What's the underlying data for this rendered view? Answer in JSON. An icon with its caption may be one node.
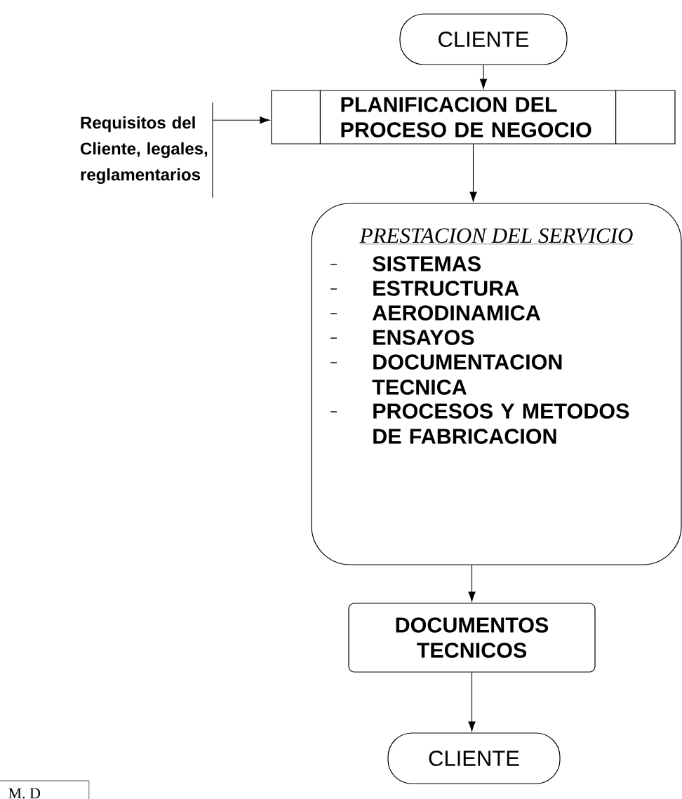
{
  "diagram": {
    "nodes": [
      {
        "text": [
          "CLIENTE"
        ]
      },
      {
        "text": [
          "PLANIFICACION DEL PROCESO DE NEGOCIO"
        ]
      },
      {
        "text": [
          "Requisitos del Cliente, legales, reglamentarios"
        ]
      },
      {
        "text": [
          "PRESTACION DEL SERVICIO",
          "SISTEMAS",
          "ESTRUCTURA",
          "AERODINAMICA",
          "ENSAYOS",
          "DOCUMENTACION TECNICA",
          "PROCESOS Y METODOS DE FABRICACION"
        ]
      },
      {
        "text": [
          "DOCUMENTOS TECNICOS"
        ]
      },
      {
        "text": [
          "CLIENTE"
        ]
      }
    ],
    "edges": [
      {
        "from": 0,
        "to": 1,
        "arrow": "to"
      },
      {
        "from": 2,
        "to": 1,
        "arrow": "to"
      },
      {
        "from": 1,
        "to": 3,
        "arrow": "to"
      },
      {
        "from": 3,
        "to": 4,
        "arrow": "to"
      },
      {
        "from": 4,
        "to": 5,
        "arrow": "to"
      }
    ],
    "labels": [
      "M. D"
    ]
  }
}
